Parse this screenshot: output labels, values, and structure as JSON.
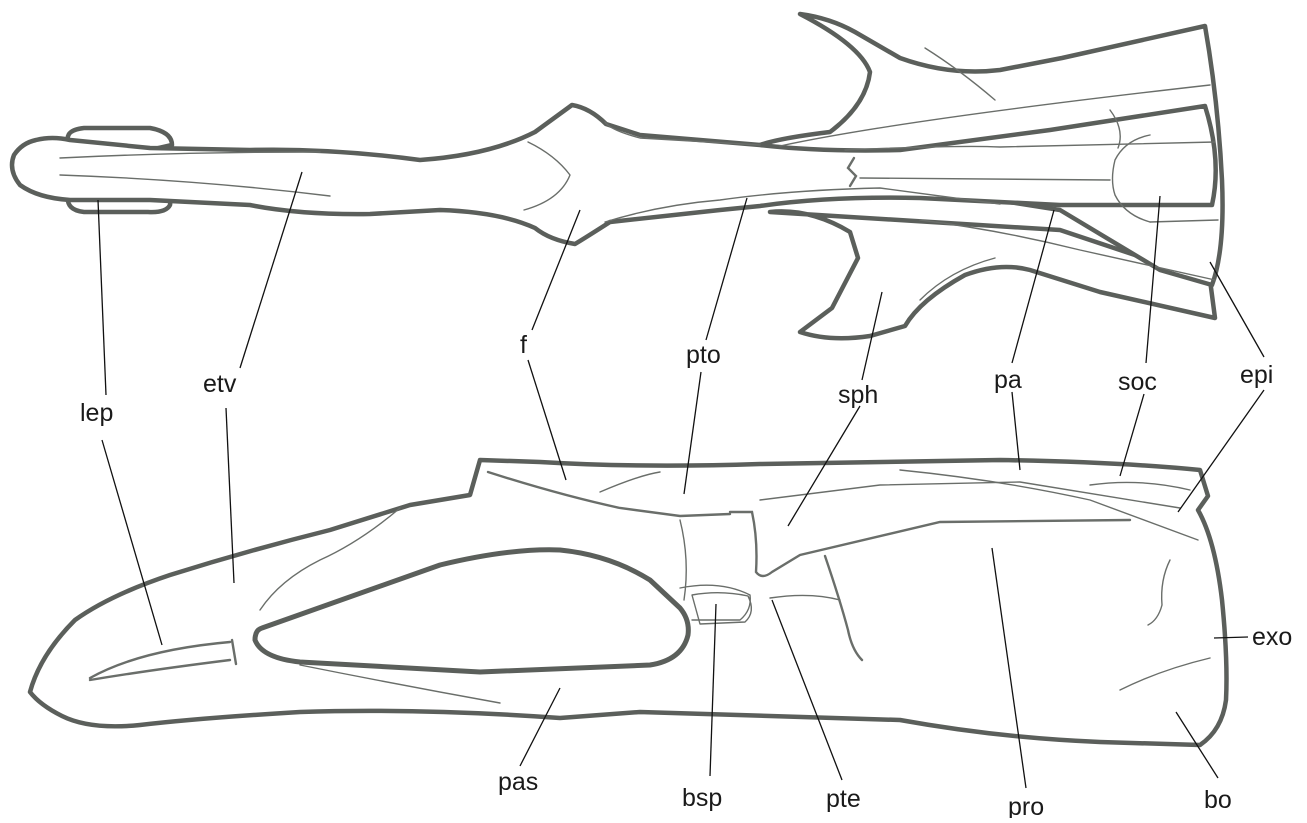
{
  "labels": {
    "lep": "lep",
    "etv": "etv",
    "f": "f",
    "pto": "pto",
    "sph": "sph",
    "pa": "pa",
    "soc": "soc",
    "epi": "epi",
    "exo": "exo",
    "pas": "pas",
    "bsp": "bsp",
    "pte": "pte",
    "pro": "pro",
    "bo": "bo"
  }
}
